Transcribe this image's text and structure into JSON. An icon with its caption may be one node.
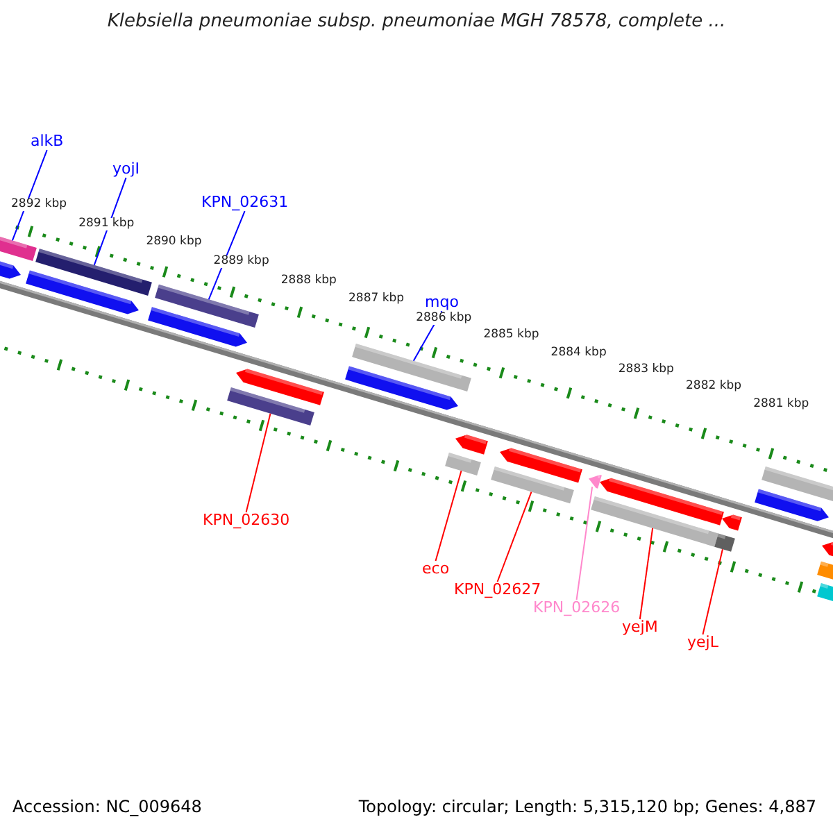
{
  "diagram": {
    "title": "Klebsiella pneumoniae subsp. pneumoniae MGH 78578, complete ...",
    "nodes": [
      {
        "text": [
          "alkB"
        ]
      },
      {
        "text": [
          "yojI"
        ]
      },
      {
        "text": [
          "KPN_02631"
        ]
      },
      {
        "text": [
          "mqo"
        ]
      },
      {
        "text": [
          "KPN_02630"
        ]
      },
      {
        "text": [
          "eco"
        ]
      },
      {
        "text": [
          "KPN_02627"
        ]
      },
      {
        "text": [
          "KPN_02626"
        ]
      },
      {
        "text": [
          "yejM"
        ]
      },
      {
        "text": [
          "yejL"
        ]
      },
      {
        "text": [],
        "shape": "arrow"
      },
      {
        "text": [],
        "shape": "arrow"
      },
      {
        "text": [],
        "shape": "arrow"
      },
      {
        "text": [],
        "shape": "arrow"
      },
      {
        "text": [],
        "shape": "arrow"
      },
      {
        "text": [],
        "shape": "arrow"
      },
      {
        "text": [],
        "shape": "arrow"
      },
      {
        "text": [],
        "shape": "arrow"
      },
      {
        "text": [],
        "shape": "arrow"
      },
      {
        "text": [],
        "shape": "arrow"
      },
      {
        "text": [],
        "shape": "arrow"
      },
      {
        "text": [],
        "shape": "arrow"
      },
      {
        "text": [],
        "shape": "bar"
      },
      {
        "text": [],
        "shape": "bar"
      }
    ],
    "edges": [
      {
        "from": 0,
        "to": 10,
        "arrow": "none",
        "color": "#0000ff"
      },
      {
        "from": 1,
        "to": 11,
        "arrow": "none",
        "color": "#0000ff"
      },
      {
        "from": 2,
        "to": 12,
        "arrow": "none",
        "color": "#0000ff"
      },
      {
        "from": 3,
        "to": 13,
        "arrow": "none",
        "color": "#0000ff"
      },
      {
        "from": 4,
        "to": 14,
        "arrow": "none"
      },
      {
        "from": 5,
        "to": 15,
        "arrow": "none"
      },
      {
        "from": 6,
        "to": 16,
        "arrow": "none"
      },
      {
        "from": 7,
        "to": 17,
        "arrow": "none",
        "color": "#ff88cc"
      },
      {
        "from": 8,
        "to": 18,
        "arrow": "none"
      },
      {
        "from": 9,
        "to": 19,
        "arrow": "none"
      }
    ],
    "labels": [
      "2892 kbp",
      "2891 kbp",
      "2890 kbp",
      "2889 kbp",
      "2888 kbp",
      "2887 kbp",
      "2886 kbp",
      "2885 kbp",
      "2884 kbp",
      "2883 kbp",
      "2882 kbp",
      "2881 kbp",
      "Accession: NC_009648",
      "Topology: circular; Length: 5,315,120 bp; Genes: 4,887"
    ]
  }
}
